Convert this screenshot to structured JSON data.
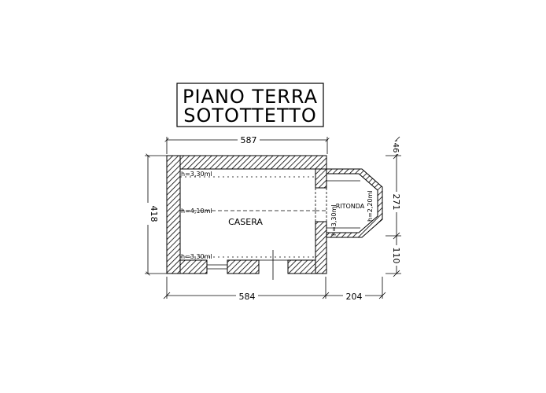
{
  "title": {
    "line1": "PIANO TERRA",
    "line2": "SOTOTTETTO"
  },
  "dimensions": {
    "top_width": "587",
    "left_height": "418",
    "bottom_left": "584",
    "bottom_right": "204",
    "right_top": "46",
    "right_middle": "271",
    "right_bottom": "110"
  },
  "rooms": {
    "main": "CASERA",
    "annex": "RITONDA"
  },
  "heights": {
    "main_top": "h=3,30ml",
    "main_mid": "h=4,10ml",
    "main_bottom": "h=3,30ml",
    "annex_left": "h=3,30ml",
    "annex_right": "h=2,20ml"
  }
}
